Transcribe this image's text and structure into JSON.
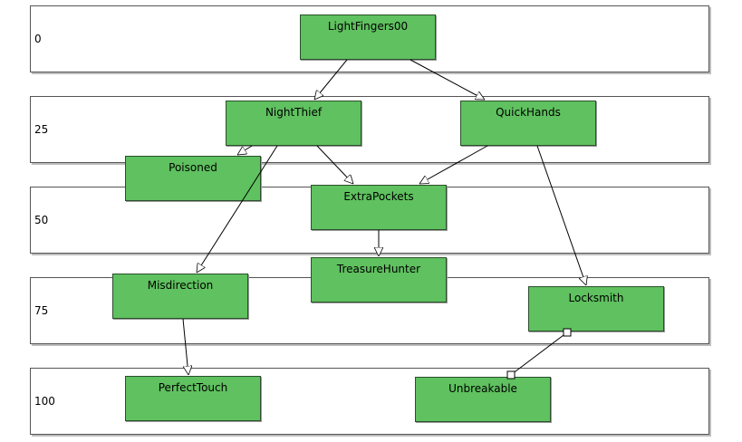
{
  "tiers": [
    {
      "key": "t0",
      "label": "0"
    },
    {
      "key": "t25",
      "label": "25"
    },
    {
      "key": "t50",
      "label": "50"
    },
    {
      "key": "t75",
      "label": "75"
    },
    {
      "key": "t100",
      "label": "100"
    }
  ],
  "nodes": [
    {
      "id": "lightfingers",
      "label": "LightFingers00"
    },
    {
      "id": "nightthief",
      "label": "NightThief"
    },
    {
      "id": "quickhands",
      "label": "QuickHands"
    },
    {
      "id": "poisoned",
      "label": "Poisoned"
    },
    {
      "id": "extrapockets",
      "label": "ExtraPockets"
    },
    {
      "id": "treasurehunter",
      "label": "TreasureHunter"
    },
    {
      "id": "misdirection",
      "label": "Misdirection"
    },
    {
      "id": "locksmith",
      "label": "Locksmith"
    },
    {
      "id": "perfecttouch",
      "label": "PerfectTouch"
    },
    {
      "id": "unbreakable",
      "label": "Unbreakable"
    }
  ],
  "edges": [
    {
      "from": "lightfingers",
      "to": "nightthief",
      "style": "arrow"
    },
    {
      "from": "lightfingers",
      "to": "quickhands",
      "style": "arrow"
    },
    {
      "from": "nightthief",
      "to": "poisoned",
      "style": "arrow"
    },
    {
      "from": "nightthief",
      "to": "extrapockets",
      "style": "arrow"
    },
    {
      "from": "nightthief",
      "to": "misdirection",
      "style": "arrow"
    },
    {
      "from": "quickhands",
      "to": "extrapockets",
      "style": "arrow"
    },
    {
      "from": "quickhands",
      "to": "locksmith",
      "style": "arrow"
    },
    {
      "from": "extrapockets",
      "to": "treasurehunter",
      "style": "arrow"
    },
    {
      "from": "misdirection",
      "to": "perfecttouch",
      "style": "arrow"
    },
    {
      "from": "locksmith",
      "to": "unbreakable",
      "style": "square"
    }
  ],
  "colors": {
    "node_fill": "#5fc15f",
    "node_border": "#2b4f2b",
    "band_border": "#555555",
    "edge": "#000000"
  }
}
